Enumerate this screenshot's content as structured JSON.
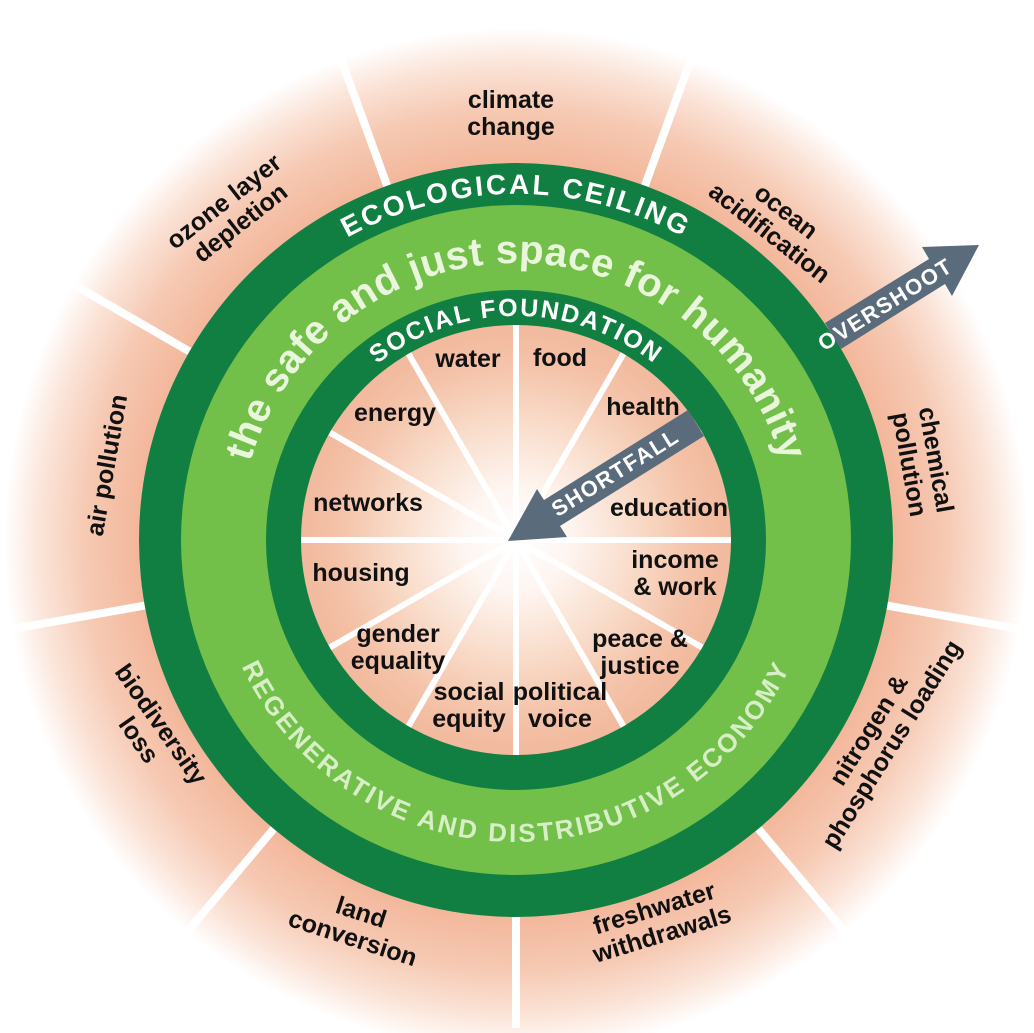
{
  "rings": {
    "ecological_ceiling": "ECOLOGICAL CEILING",
    "safe_space": "the safe and just space for humanity",
    "social_foundation": "SOCIAL FOUNDATION",
    "economy": "REGENERATIVE AND DISTRIBUTIVE ECONOMY"
  },
  "arrows": {
    "overshoot": "OVERSHOOT",
    "shortfall": "SHORTFALL"
  },
  "social_foundation_items": [
    {
      "line1": "water"
    },
    {
      "line1": "food"
    },
    {
      "line1": "health"
    },
    {
      "line1": "education"
    },
    {
      "line1": "income",
      "line2": "& work"
    },
    {
      "line1": "peace &",
      "line2": "justice"
    },
    {
      "line1": "political",
      "line2": "voice"
    },
    {
      "line1": "social",
      "line2": "equity"
    },
    {
      "line1": "gender",
      "line2": "equality"
    },
    {
      "line1": "housing"
    },
    {
      "line1": "networks"
    },
    {
      "line1": "energy"
    }
  ],
  "ecological_ceiling_items": [
    {
      "line1": "climate",
      "line2": "change"
    },
    {
      "line1": "ocean",
      "line2": "acidification"
    },
    {
      "line1": "chemical",
      "line2": "pollution"
    },
    {
      "line1": "nitrogen &",
      "line2": "phosphorus loading"
    },
    {
      "line1": "freshwater",
      "line2": "withdrawals"
    },
    {
      "line1": "land",
      "line2": "conversion"
    },
    {
      "line1": "biodiversity",
      "line2": "loss"
    },
    {
      "line1": "air pollution"
    },
    {
      "line1": "ozone layer",
      "line2": "depletion"
    }
  ],
  "colors": {
    "dark_green": "#117f41",
    "light_green": "#72bf4a",
    "peach": "#f3b89c",
    "arrow_gray": "#5a6c7c",
    "pale_green_text": "#e9f6dc",
    "regen_text": "#d7eec6",
    "label_black": "#111111",
    "background": "#ffffff"
  }
}
